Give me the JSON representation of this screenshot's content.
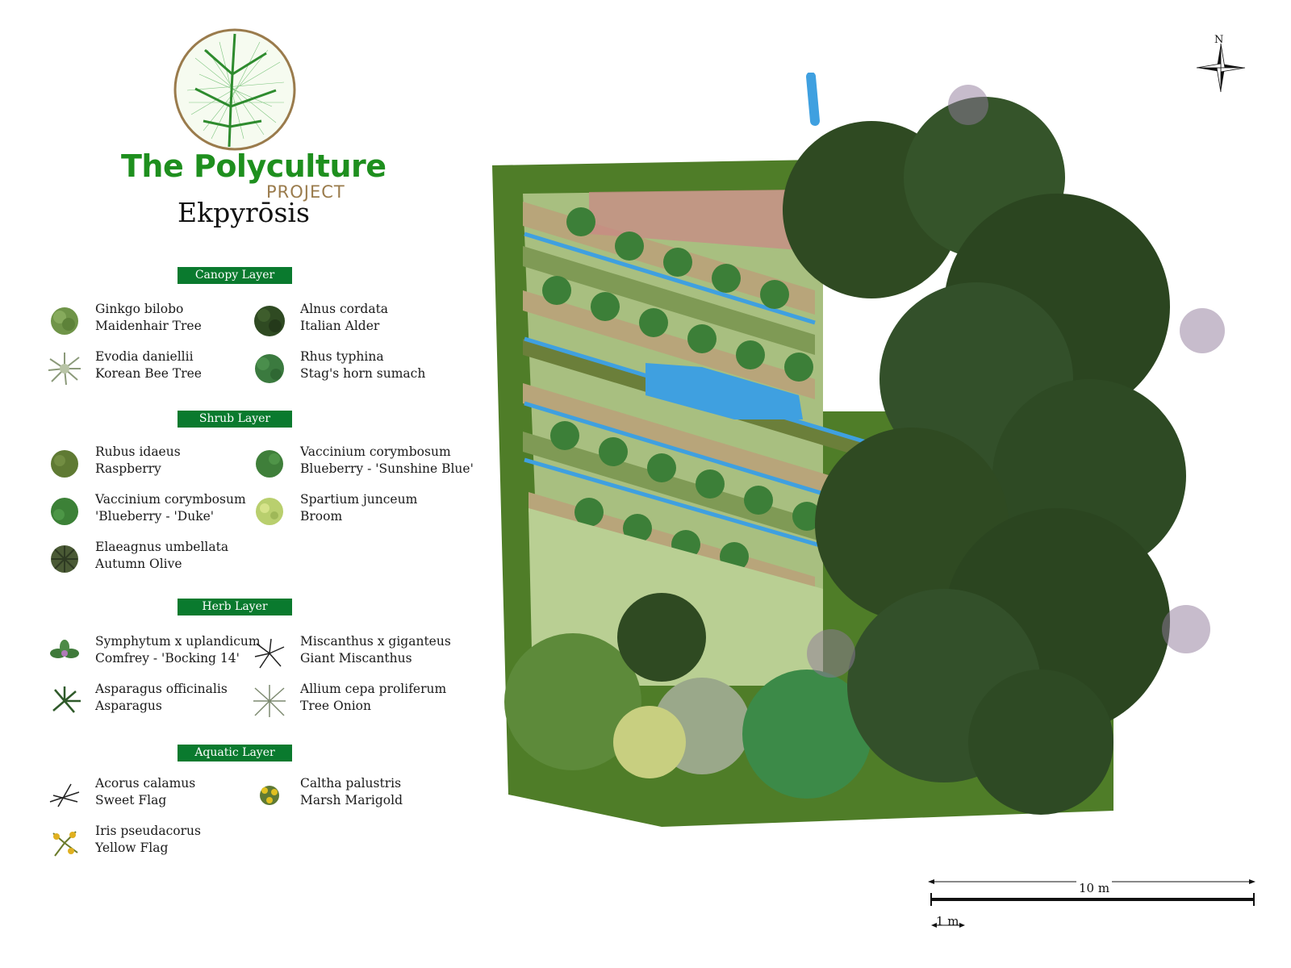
{
  "header": {
    "brand_title": "The Polyculture",
    "brand_subtitle": "PROJECT",
    "design_name": "Ekpyrōsis"
  },
  "colors": {
    "brand_green": "#1e8f1e",
    "brand_tan": "#9a7b4c",
    "layer_header_bg": "#0a7a2e",
    "lawn": "#4f7d28",
    "water": "#3fa0e0"
  },
  "legend": {
    "canopy": {
      "title": "Canopy Layer",
      "items": [
        {
          "latin": "Ginkgo bilobo",
          "common": "Maidenhair Tree",
          "icon": "ginkgo-icon"
        },
        {
          "latin": "Alnus cordata",
          "common": "Italian Alder",
          "icon": "alder-icon"
        },
        {
          "latin": "Evodia daniellii",
          "common": "Korean Bee Tree",
          "icon": "bee-tree-icon"
        },
        {
          "latin": "Rhus typhina",
          "common": "Stag's horn sumach",
          "icon": "sumach-icon"
        }
      ]
    },
    "shrub": {
      "title": "Shrub Layer",
      "items": [
        {
          "latin": "Rubus idaeus",
          "common": "Raspberry",
          "icon": "raspberry-icon"
        },
        {
          "latin": "Vaccinium corymbosum",
          "common": "Blueberry - 'Sunshine Blue'",
          "icon": "blueberry-sunshine-icon"
        },
        {
          "latin": "Vaccinium corymbosum",
          "common": "'Blueberry - 'Duke'",
          "icon": "blueberry-duke-icon"
        },
        {
          "latin": "Spartium junceum",
          "common": "Broom",
          "icon": "broom-icon"
        },
        {
          "latin": "Elaeagnus umbellata",
          "common": "Autumn Olive",
          "icon": "autumn-olive-icon"
        }
      ]
    },
    "herb": {
      "title": "Herb Layer",
      "items": [
        {
          "latin": "Symphytum x uplandicum",
          "common": "Comfrey - 'Bocking 14'",
          "icon": "comfrey-icon"
        },
        {
          "latin": "Miscanthus x giganteus",
          "common": "Giant Miscanthus",
          "icon": "miscanthus-icon"
        },
        {
          "latin": "Asparagus officinalis",
          "common": "Asparagus",
          "icon": "asparagus-icon"
        },
        {
          "latin": "Allium cepa proliferum",
          "common": "Tree Onion",
          "icon": "tree-onion-icon"
        }
      ]
    },
    "aquatic": {
      "title": "Aquatic Layer",
      "items": [
        {
          "latin": "Acorus calamus",
          "common": "Sweet Flag",
          "icon": "sweet-flag-icon"
        },
        {
          "latin": "Caltha palustris",
          "common": "Marsh Marigold",
          "icon": "marsh-marigold-icon"
        },
        {
          "latin": "Iris pseudacorus",
          "common": "Yellow Flag",
          "icon": "yellow-flag-icon"
        }
      ]
    }
  },
  "compass": {
    "north_label": "N"
  },
  "scale_bar": {
    "major_label": "10 m",
    "minor_label": "1 m"
  }
}
